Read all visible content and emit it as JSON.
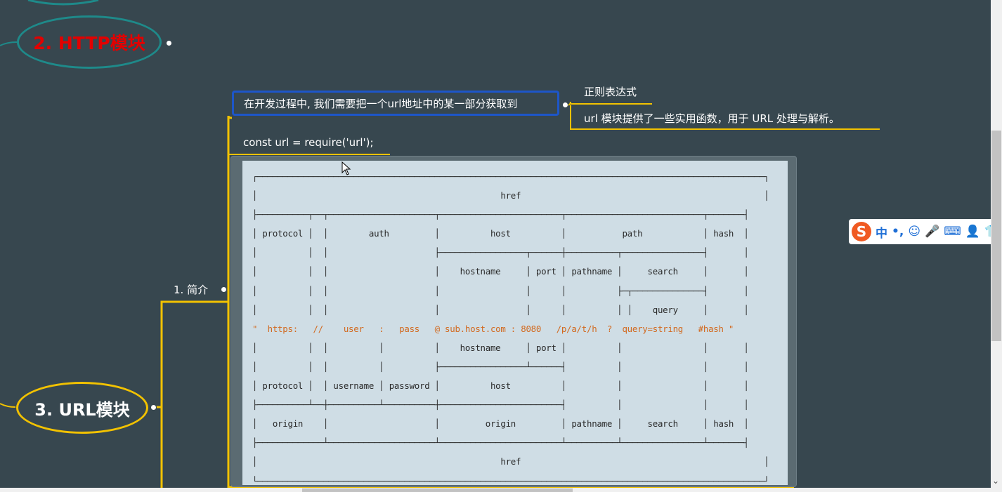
{
  "nodes": {
    "http": "2. HTTP模块",
    "url": "3. URL模块",
    "intro": "1. 简介",
    "intro_question": "在开发过程中, 我们需要把一个url地址中的某一部分获取到",
    "regex": "正则表达式",
    "url_module_desc": "url 模块提供了一些实用函数，用于 URL 处理与解析。",
    "const_line": "const url = require('url');"
  },
  "diagram": {
    "line1": "┌────────────────────────────────────────────────────────────────────────────────────────────────────┐",
    "line2": "│                                                href                                                │",
    "line3": "├──────────┬──┬─────────────────────┬────────────────────────┬───────────────────────────┬───────┤",
    "line4": "│ protocol │  │        auth         │          host          │           path            │ hash  │",
    "line5": "│          │  │                     ├─────────────────┬──────┼──────────┬────────────────┤       │",
    "line6": "│          │  │                     │    hostname     │ port │ pathname │     search     │       │",
    "line7": "│          │  │                     │                 │      │          ├─┬──────────────┤       │",
    "line8": "│          │  │                     │                 │      │          │ │    query     │       │",
    "line9": "\"  https:   //    user   :   pass   @ sub.host.com : 8080   /p/a/t/h  ?  query=string   #hash \"",
    "line10": "│          │  │          │          │    hostname     │ port │          │                │       │",
    "line11": "│          │  │          │          ├─────────────────┴──────┤          │                │       │",
    "line12": "│ protocol │  │ username │ password │          host          │          │                │       │",
    "line13": "├──────────┴──┼──────────┴──────────┼────────────────────────┤          │                │       │",
    "line14": "│   origin    │                     │         origin         │ pathname │     search     │ hash  │",
    "line15": "├─────────────┴─────────────────────┴────────────────────────┴──────────┴────────────────┴───────┤",
    "line16": "│                                                href                                                │",
    "line17": "└────────────────────────────────────────────────────────────────────────────────────────────────────┘"
  },
  "toolbar": {
    "logo": "S",
    "mode": "中",
    "punct": "•,",
    "emoji": "☺",
    "mic": "🎤",
    "keyboard": "⌨",
    "user": "👤",
    "shirt": "👕"
  },
  "scroll": {
    "down_arrow": "⌄"
  },
  "colors": {
    "accent_yellow": "#f2c200",
    "http_red": "#e30000",
    "teal": "#1e8a8a",
    "blue": "#1d56c9"
  }
}
